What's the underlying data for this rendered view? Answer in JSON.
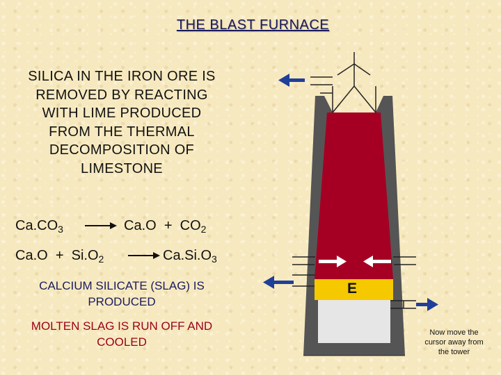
{
  "title": "THE BLAST FURNACE",
  "explanation": "SILICA IN THE IRON ORE IS REMOVED BY REACTING WITH LIME PRODUCED FROM THE THERMAL DECOMPOSITION OF LIMESTONE",
  "equations": {
    "eq1": {
      "reactant": "Ca.CO",
      "reactant_sub": "3",
      "product1": "Ca.O",
      "plus": "+",
      "product2": "CO",
      "product2_sub": "2"
    },
    "eq2": {
      "reactant1": "Ca.O",
      "plus": "+",
      "reactant2": "Si.O",
      "reactant2_sub": "2",
      "product": "Ca.Si.O",
      "product_sub": "3"
    }
  },
  "slag_text": "CALCIUM SILICATE (SLAG) IS PRODUCED",
  "runoff_text": "MOLTEN SLAG IS RUN OFF AND COOLED",
  "hint_text": "Now move the cursor away from the tower",
  "furnace": {
    "zone_label": "E"
  },
  "colors": {
    "title": "#1a1a5e",
    "slag_text": "#1a1a5e",
    "runoff_text": "#9a0018",
    "furnace_wall": "#555555",
    "furnace_charge": "#a50023",
    "slag_layer": "#f6c800",
    "hearth": "#e6e6e6",
    "arrow": "#1f3f99"
  }
}
